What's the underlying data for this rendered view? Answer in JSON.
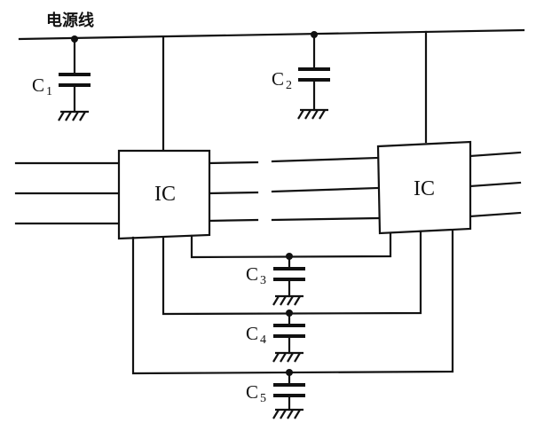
{
  "power_line": {
    "label": "电源线"
  },
  "chips": [
    {
      "label": "IC"
    },
    {
      "label": "IC"
    }
  ],
  "capacitors": [
    {
      "letter": "C",
      "index": "1"
    },
    {
      "letter": "C",
      "index": "2"
    },
    {
      "letter": "C",
      "index": "3"
    },
    {
      "letter": "C",
      "index": "4"
    },
    {
      "letter": "C",
      "index": "5"
    }
  ]
}
